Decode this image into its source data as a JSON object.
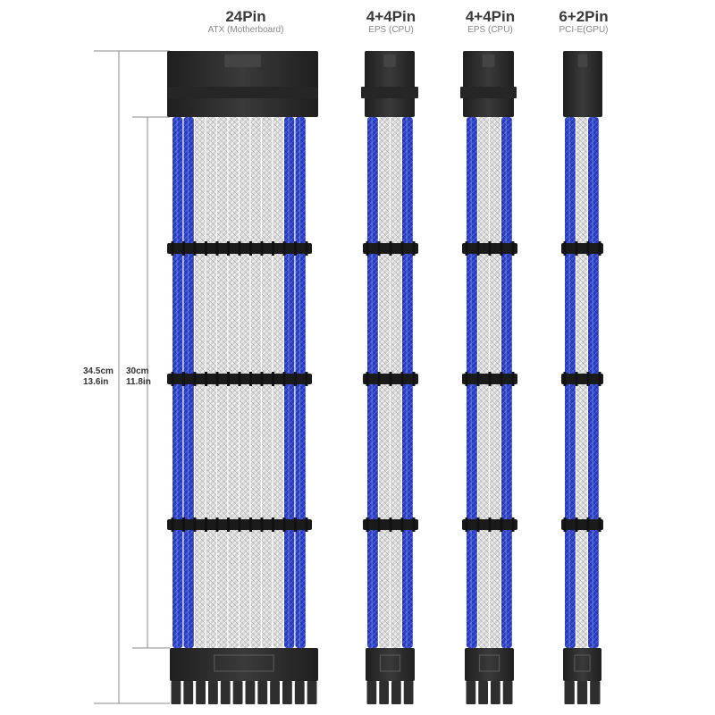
{
  "cables": [
    {
      "id": "24pin",
      "title": "24Pin",
      "subtitle": "ATX (Motherboard)"
    },
    {
      "id": "eps1",
      "title": "4+4Pin",
      "subtitle": "EPS (CPU)"
    },
    {
      "id": "eps2",
      "title": "4+4Pin",
      "subtitle": "EPS (CPU)"
    },
    {
      "id": "pcie",
      "title": "6+2Pin",
      "subtitle": "PCI-E(GPU)"
    }
  ],
  "dimensions": {
    "total_length_cm": "34.5cm",
    "total_length_in": "13.6in",
    "sleeve_length_cm": "30cm",
    "sleeve_length_in": "11.8in"
  },
  "colors": {
    "blue_sleeve": "#2a3fc4",
    "white_sleeve": "#d6d6d6",
    "connector": "#2b2b2b",
    "comb": "#1a1a1a"
  }
}
